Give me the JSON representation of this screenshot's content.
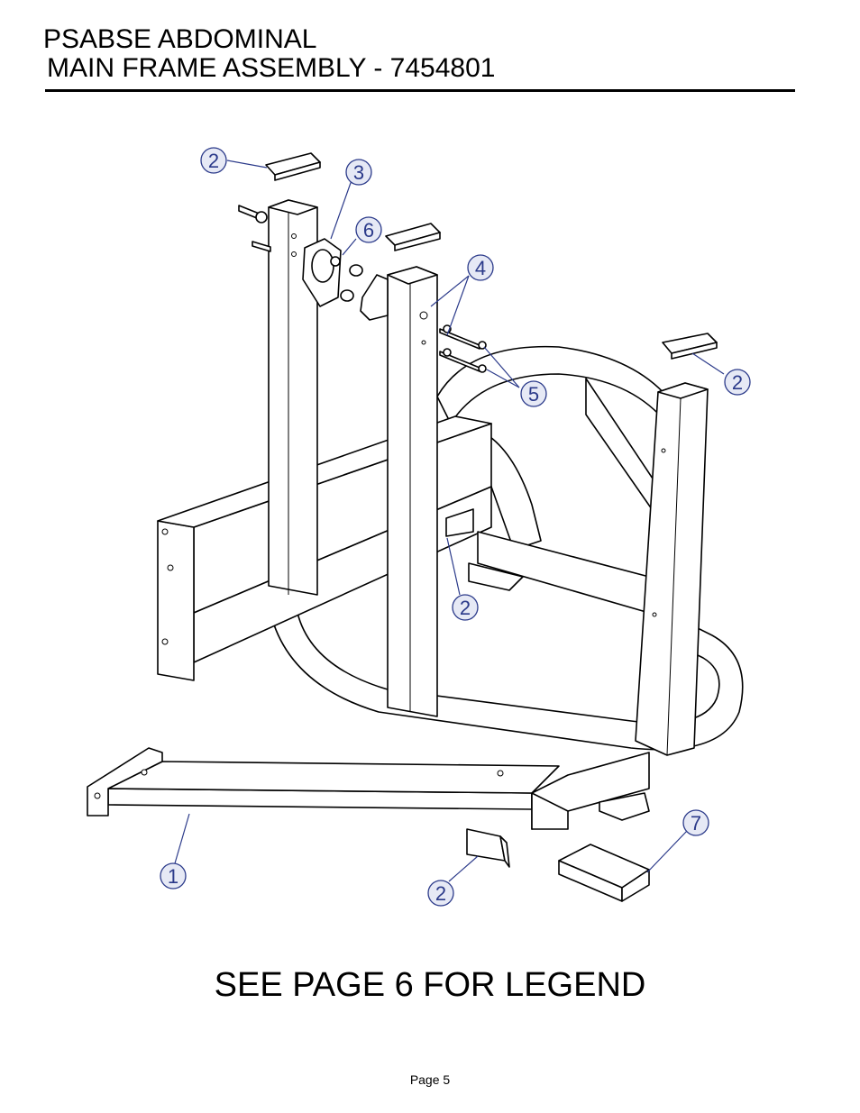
{
  "header": {
    "title_line1": "PSABSE ABDOMINAL",
    "title_line2": "MAIN FRAME ASSEMBLY - 7454801"
  },
  "callouts": [
    {
      "id": "callout-2-top",
      "label": "2"
    },
    {
      "id": "callout-3",
      "label": "3"
    },
    {
      "id": "callout-6",
      "label": "6"
    },
    {
      "id": "callout-4",
      "label": "4"
    },
    {
      "id": "callout-5",
      "label": "5"
    },
    {
      "id": "callout-2-right",
      "label": "2"
    },
    {
      "id": "callout-2-middle",
      "label": "2"
    },
    {
      "id": "callout-7",
      "label": "7"
    },
    {
      "id": "callout-1",
      "label": "1"
    },
    {
      "id": "callout-2-bottom",
      "label": "2"
    }
  ],
  "legend_note": "SEE PAGE 6 FOR LEGEND",
  "footer": {
    "page_label": "Page 5"
  },
  "colors": {
    "callout_stroke": "#2b3a8a",
    "callout_fill": "#e6e9f5",
    "line": "#000000"
  }
}
